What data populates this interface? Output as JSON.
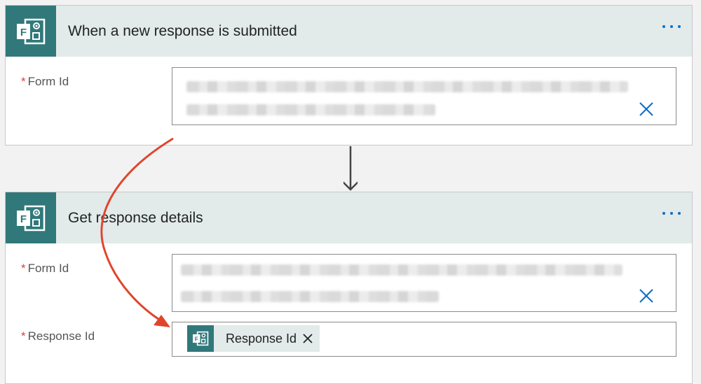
{
  "trigger": {
    "title": "When a new response is submitted",
    "icon": "forms-icon",
    "fields": [
      {
        "required_mark": "*",
        "label": "Form Id"
      }
    ]
  },
  "action": {
    "title": "Get response details",
    "icon": "forms-icon",
    "fields": [
      {
        "required_mark": "*",
        "label": "Form Id"
      },
      {
        "required_mark": "*",
        "label": "Response Id",
        "token": {
          "label": "Response Id",
          "icon": "forms-icon"
        }
      }
    ]
  },
  "colors": {
    "icon_bg": "#31787a",
    "header_bg": "#e2eaea",
    "accent": "#0b6ecc",
    "arrow": "#e0452b",
    "required": "#e0403a"
  }
}
